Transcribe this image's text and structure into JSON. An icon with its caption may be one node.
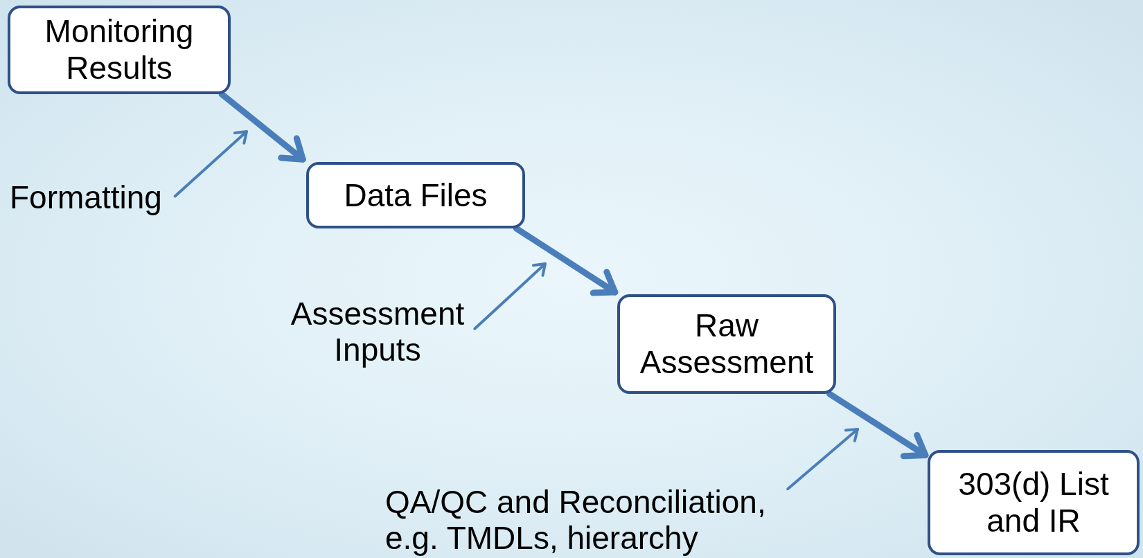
{
  "diagram": {
    "nodes": [
      {
        "text": [
          "Monitoring Results"
        ]
      },
      {
        "text": [
          "Data Files"
        ]
      },
      {
        "text": [
          "Raw Assessment"
        ]
      },
      {
        "text": [
          "303(d) List and IR"
        ]
      },
      {
        "text": [
          "Formatting"
        ]
      },
      {
        "text": [
          "Assessment Inputs"
        ]
      },
      {
        "text": [
          "QA/QC and Reconciliation, e.g. TMDLs, hierarchy"
        ]
      }
    ],
    "edges": [
      {
        "from": 0,
        "to": 1,
        "arrow": "to",
        "style": "thick"
      },
      {
        "from": 1,
        "to": 2,
        "arrow": "to",
        "style": "thick"
      },
      {
        "from": 2,
        "to": 3,
        "arrow": "to",
        "style": "thick"
      },
      {
        "from": 4,
        "to": null,
        "arrow": "to"
      },
      {
        "from": 5,
        "to": null,
        "arrow": "to"
      },
      {
        "from": 6,
        "to": null,
        "arrow": "to"
      }
    ]
  }
}
